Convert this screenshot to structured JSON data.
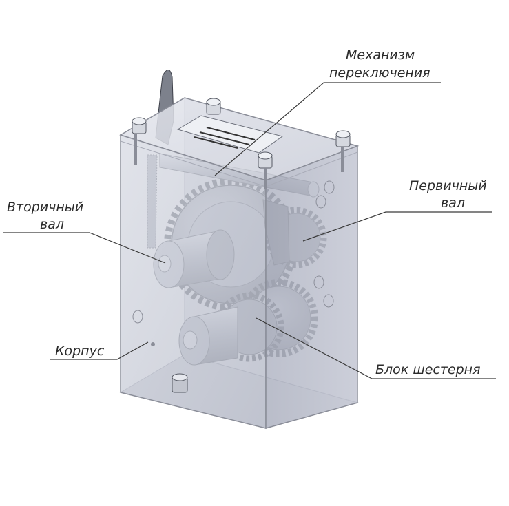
{
  "labels": {
    "shift_mechanism": [
      "Механизм",
      "переключения"
    ],
    "primary_shaft": [
      "Первичный",
      "вал"
    ],
    "secondary_shaft": [
      "Вторичный",
      "вал"
    ],
    "housing": "Корпус",
    "gear_block": "Блок шестерня"
  },
  "colors": {
    "housing_fill": "#c9cdd8",
    "housing_stroke": "#8a8d98",
    "metal": "#9ea2ad",
    "metal_dark": "#5f636e",
    "leader": "#3a3a3a"
  }
}
